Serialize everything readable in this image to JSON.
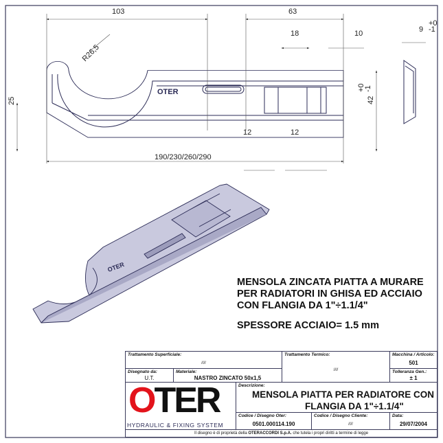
{
  "drawing": {
    "dimensions": {
      "d103": "103",
      "d63": "63",
      "d18": "18",
      "d10": "10",
      "d9": "9",
      "d9_tol_plus": "+0",
      "d9_tol_minus": "-1",
      "r26_5": "R26,5",
      "d25": "25",
      "d42": "42",
      "d42_tol_plus": "+0",
      "d42_tol_minus": "-1",
      "d12a": "12",
      "d12b": "12",
      "length": "190/230/260/290"
    },
    "embossed_logo": "OTER"
  },
  "notes": {
    "line1": "MENSOLA ZINCATA PIATTA A MURARE",
    "line2": "PER RADIATORI IN GHISA ED ACCIAIO",
    "line3": "CON FLANGIA DA 1\"÷1.1/4\"",
    "thickness": "SPESSORE ACCIAIO= 1.5 mm"
  },
  "title_block": {
    "surface_treatment": {
      "label": "Trattamento Superficiale:",
      "value": "////"
    },
    "heat_treatment": {
      "label": "Trattamento Termico:",
      "value": "////"
    },
    "article": {
      "label": "Macchina / Articolo:",
      "value": "501"
    },
    "drawn_by": {
      "label": "Disegnato da:",
      "value": "U.T."
    },
    "material": {
      "label": "Materiale:",
      "value": "NASTRO ZINCATO 50x1,5"
    },
    "tolerance": {
      "label": "Tolleranza Gen.:",
      "value": "± 1"
    },
    "description": {
      "label": "Descrizione:",
      "line1": "MENSOLA PIATTA PER RADIATORE CON",
      "line2": "FLANGIA DA 1\"÷1.1/4\""
    },
    "logo": {
      "text": "OTER",
      "tagline": "HYDRAULIC & FIXING SYSTEM",
      "colors": {
        "O": "#e3131b",
        "TER": "#000000"
      }
    },
    "oter_code": {
      "label": "Codice / Disegno Oter:",
      "value": "0501.000114.190"
    },
    "client_code": {
      "label": "Codice / Disegno Cliente:",
      "value": "////"
    },
    "date": {
      "label": "Data:",
      "value": "29/07/2004"
    },
    "footer_pre": "Il disegno è di proprietà della ",
    "footer_company": "OTERACCORDI S.p.A.",
    "footer_post": " che tutela i propri diritti a termine di legge"
  }
}
